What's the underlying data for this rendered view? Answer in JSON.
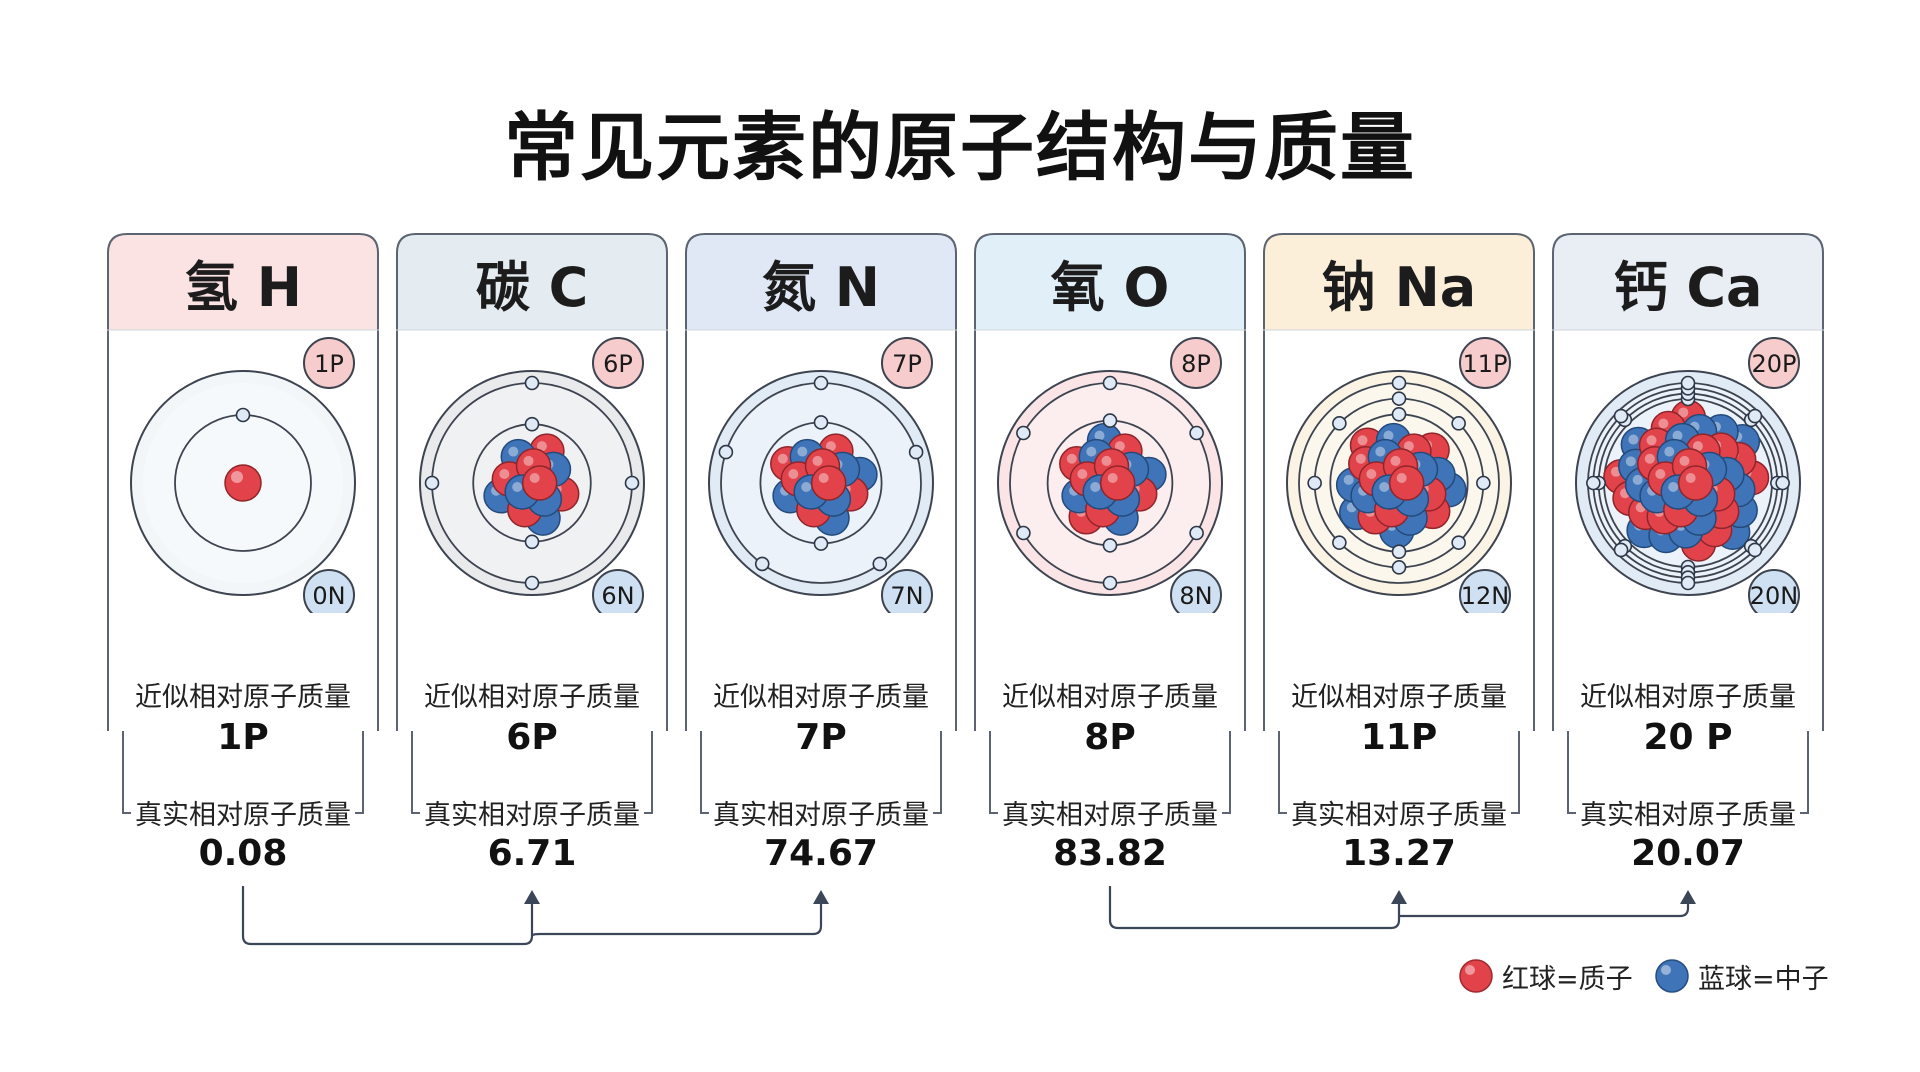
{
  "title": "常见元素的原子结构与质量",
  "labels": {
    "approx_mass": "近似相对原子质量",
    "true_mass": "真实相对原子质量"
  },
  "colors": {
    "proton": "#e2434b",
    "neutron": "#3f74b8",
    "frame": "#5b6470",
    "connector": "#3b4658"
  },
  "elements": [
    {
      "id": "h",
      "name": "氢 H",
      "protons": 1,
      "neutrons": 0,
      "proton_badge": "1P",
      "neutron_badge": "0N",
      "shells": [
        1
      ],
      "approx": "1P",
      "true": "0.08",
      "header_color": "#fbe2e3",
      "body_color": "#f2f6f9"
    },
    {
      "id": "c",
      "name": "碳 C",
      "protons": 6,
      "neutrons": 6,
      "proton_badge": "6P",
      "neutron_badge": "6N",
      "shells": [
        2,
        4
      ],
      "approx": "6P",
      "true": "6.71",
      "header_color": "#e5ecf1",
      "body_color": "#e8eaec"
    },
    {
      "id": "n",
      "name": "氮 N",
      "protons": 7,
      "neutrons": 7,
      "proton_badge": "7P",
      "neutron_badge": "7N",
      "shells": [
        2,
        5
      ],
      "approx": "7P",
      "true": "74.67",
      "header_color": "#dfe8f4",
      "body_color": "#e1ebf6"
    },
    {
      "id": "o",
      "name": "氧 O",
      "protons": 8,
      "neutrons": 8,
      "proton_badge": "8P",
      "neutron_badge": "8N",
      "shells": [
        2,
        6
      ],
      "approx": "8P",
      "true": "83.82",
      "header_color": "#e1f0f8",
      "body_color": "#fbe4e5"
    },
    {
      "id": "na",
      "name": "钠 Na",
      "protons": 11,
      "neutrons": 12,
      "proton_badge": "11P",
      "neutron_badge": "12N",
      "shells": [
        2,
        8,
        1
      ],
      "approx": "11P",
      "true": "13.27",
      "header_color": "#fcefd9",
      "body_color": "#fbf3e3"
    },
    {
      "id": "ca",
      "name": "钙 Ca",
      "protons": 20,
      "neutrons": 20,
      "proton_badge": "20P",
      "neutron_badge": "20N",
      "shells": [
        2,
        8,
        8,
        2
      ],
      "approx": "20 P",
      "true": "20.07",
      "header_color": "#e8eef3",
      "body_color": "#e1ebf6"
    }
  ],
  "legend": {
    "proton": "红球=质子",
    "neutron": "蓝球=中子"
  }
}
